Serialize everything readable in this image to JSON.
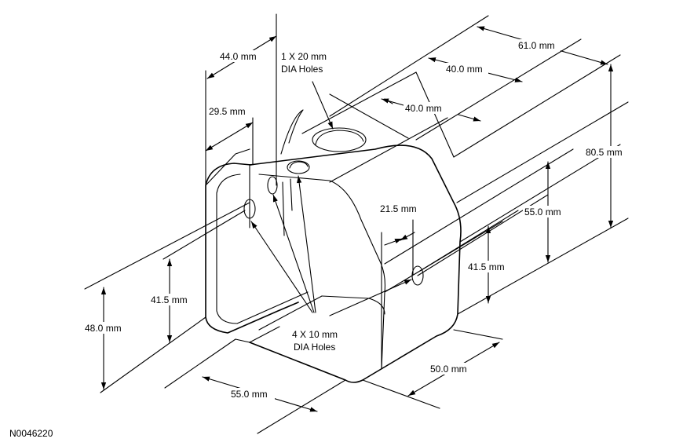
{
  "diagram_code": "N0046220",
  "dimensions": {
    "overall_length": "61.0 mm",
    "top_hole_pos": "40.0 mm",
    "top_hole_pos_2": "40.0 mm",
    "side_offset_left": "44.0 mm",
    "flange_offset": "29.5 mm",
    "overall_height": "80.5 mm",
    "side_hole_height": "55.0 mm",
    "hole_spacing": "21.5 mm",
    "right_hole_height": "41.5 mm",
    "left_hole_height": "41.5 mm",
    "left_height": "48.0 mm",
    "bottom_depth": "50.0 mm",
    "bottom_width": "55.0 mm"
  },
  "callouts": {
    "large_hole_line1": "1 X 20 mm",
    "large_hole_line2": "DIA Holes",
    "small_holes_line1": "4 X 10 mm",
    "small_holes_line2": "DIA Holes"
  }
}
